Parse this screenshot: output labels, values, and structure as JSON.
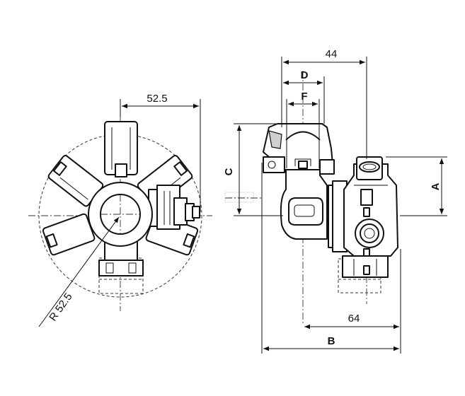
{
  "dimensions": {
    "d_52_5": "52.5",
    "d_44": "44",
    "d_D": "D",
    "d_F": "F",
    "d_C": "C",
    "d_A": "A",
    "d_64": "64",
    "d_B": "B",
    "d_R": "R 52.5"
  }
}
